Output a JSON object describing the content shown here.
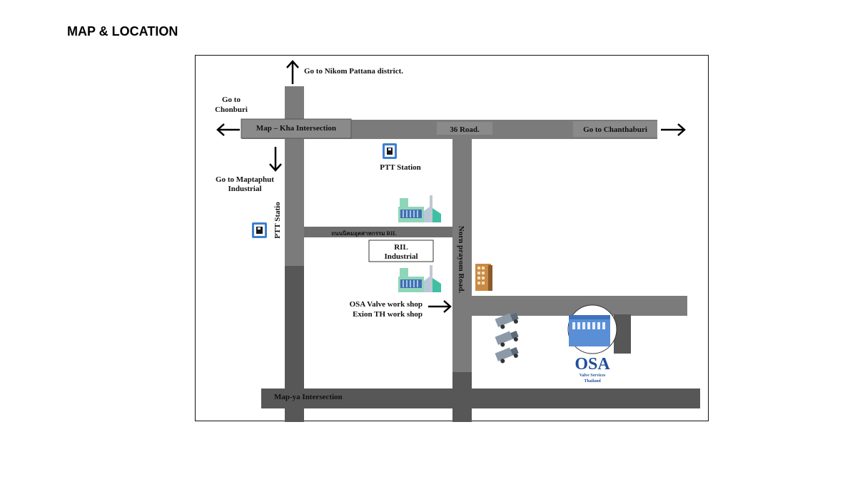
{
  "page": {
    "title": "MAP & LOCATION"
  },
  "map": {
    "labels": {
      "north": "Go to Nikom Pattana district.",
      "west_line1": "Go to",
      "west_line2": "Chonburi",
      "map_kha": "Map – Kha Intersection",
      "road_36": "36 Road.",
      "east": "Go to Chanthaburi",
      "south_line1": "Go to Maptaphut",
      "south_line2": "Industrial",
      "ptt_station": "PTT Station",
      "ptt_station_vertical": "PTT Statio",
      "ril_road": "ถนนนิคมอุตสาหกรรม RIL",
      "ril_line1": "RIL",
      "ril_line2": "Industrial",
      "norn_prayom": "Norn prayom Road.",
      "workshop_line1": "OSA Valve work shop",
      "workshop_line2": "Exion TH work shop",
      "map_ya": "Map-ya Intersection",
      "osa_logo": "OSA",
      "osa_tagline1": "Valve Services",
      "osa_tagline2": "Thailand"
    },
    "colors": {
      "road_light": "#7b7b7b",
      "road_dark": "#575757",
      "road_mid": "#6e6e6e",
      "label_box": "#8a8a8a",
      "osa_blue": "#1f4f9a",
      "station_blue": "#3d7fd1",
      "factory_green": "#8fd6b8",
      "factory_teal": "#3fbfa3"
    },
    "icons": [
      "arrow-up-icon",
      "arrow-left-icon",
      "arrow-right-icon",
      "arrow-down-icon",
      "gas-station-icon",
      "factory-icon",
      "building-icon",
      "truck-icon",
      "osa-building-icon"
    ]
  }
}
